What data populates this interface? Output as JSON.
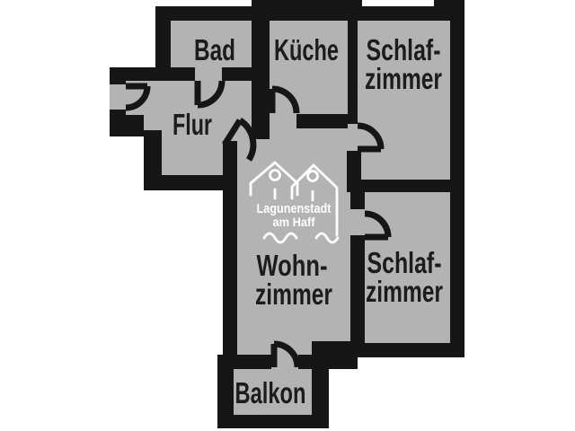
{
  "floorplan": {
    "colors": {
      "background": "#ffffff",
      "wall": "#161616",
      "room_fill": "#b3b3b3",
      "label": "#1c1c1c",
      "watermark": "#ffffff"
    },
    "rooms": {
      "bad": {
        "label": "Bad"
      },
      "kueche": {
        "label": "Küche"
      },
      "schlafzimmer_top": {
        "label_line1": "Schlaf-",
        "label_line2": "zimmer"
      },
      "flur": {
        "label": "Flur"
      },
      "wohnzimmer": {
        "label_line1": "Wohn-",
        "label_line2": "zimmer"
      },
      "schlafzimmer_bottom": {
        "label_line1": "Schlaf-",
        "label_line2": "zimmer"
      },
      "balkon": {
        "label": "Balkon"
      }
    },
    "watermark": {
      "line1": "Lagunenstadt",
      "line2": "am Haff"
    }
  }
}
